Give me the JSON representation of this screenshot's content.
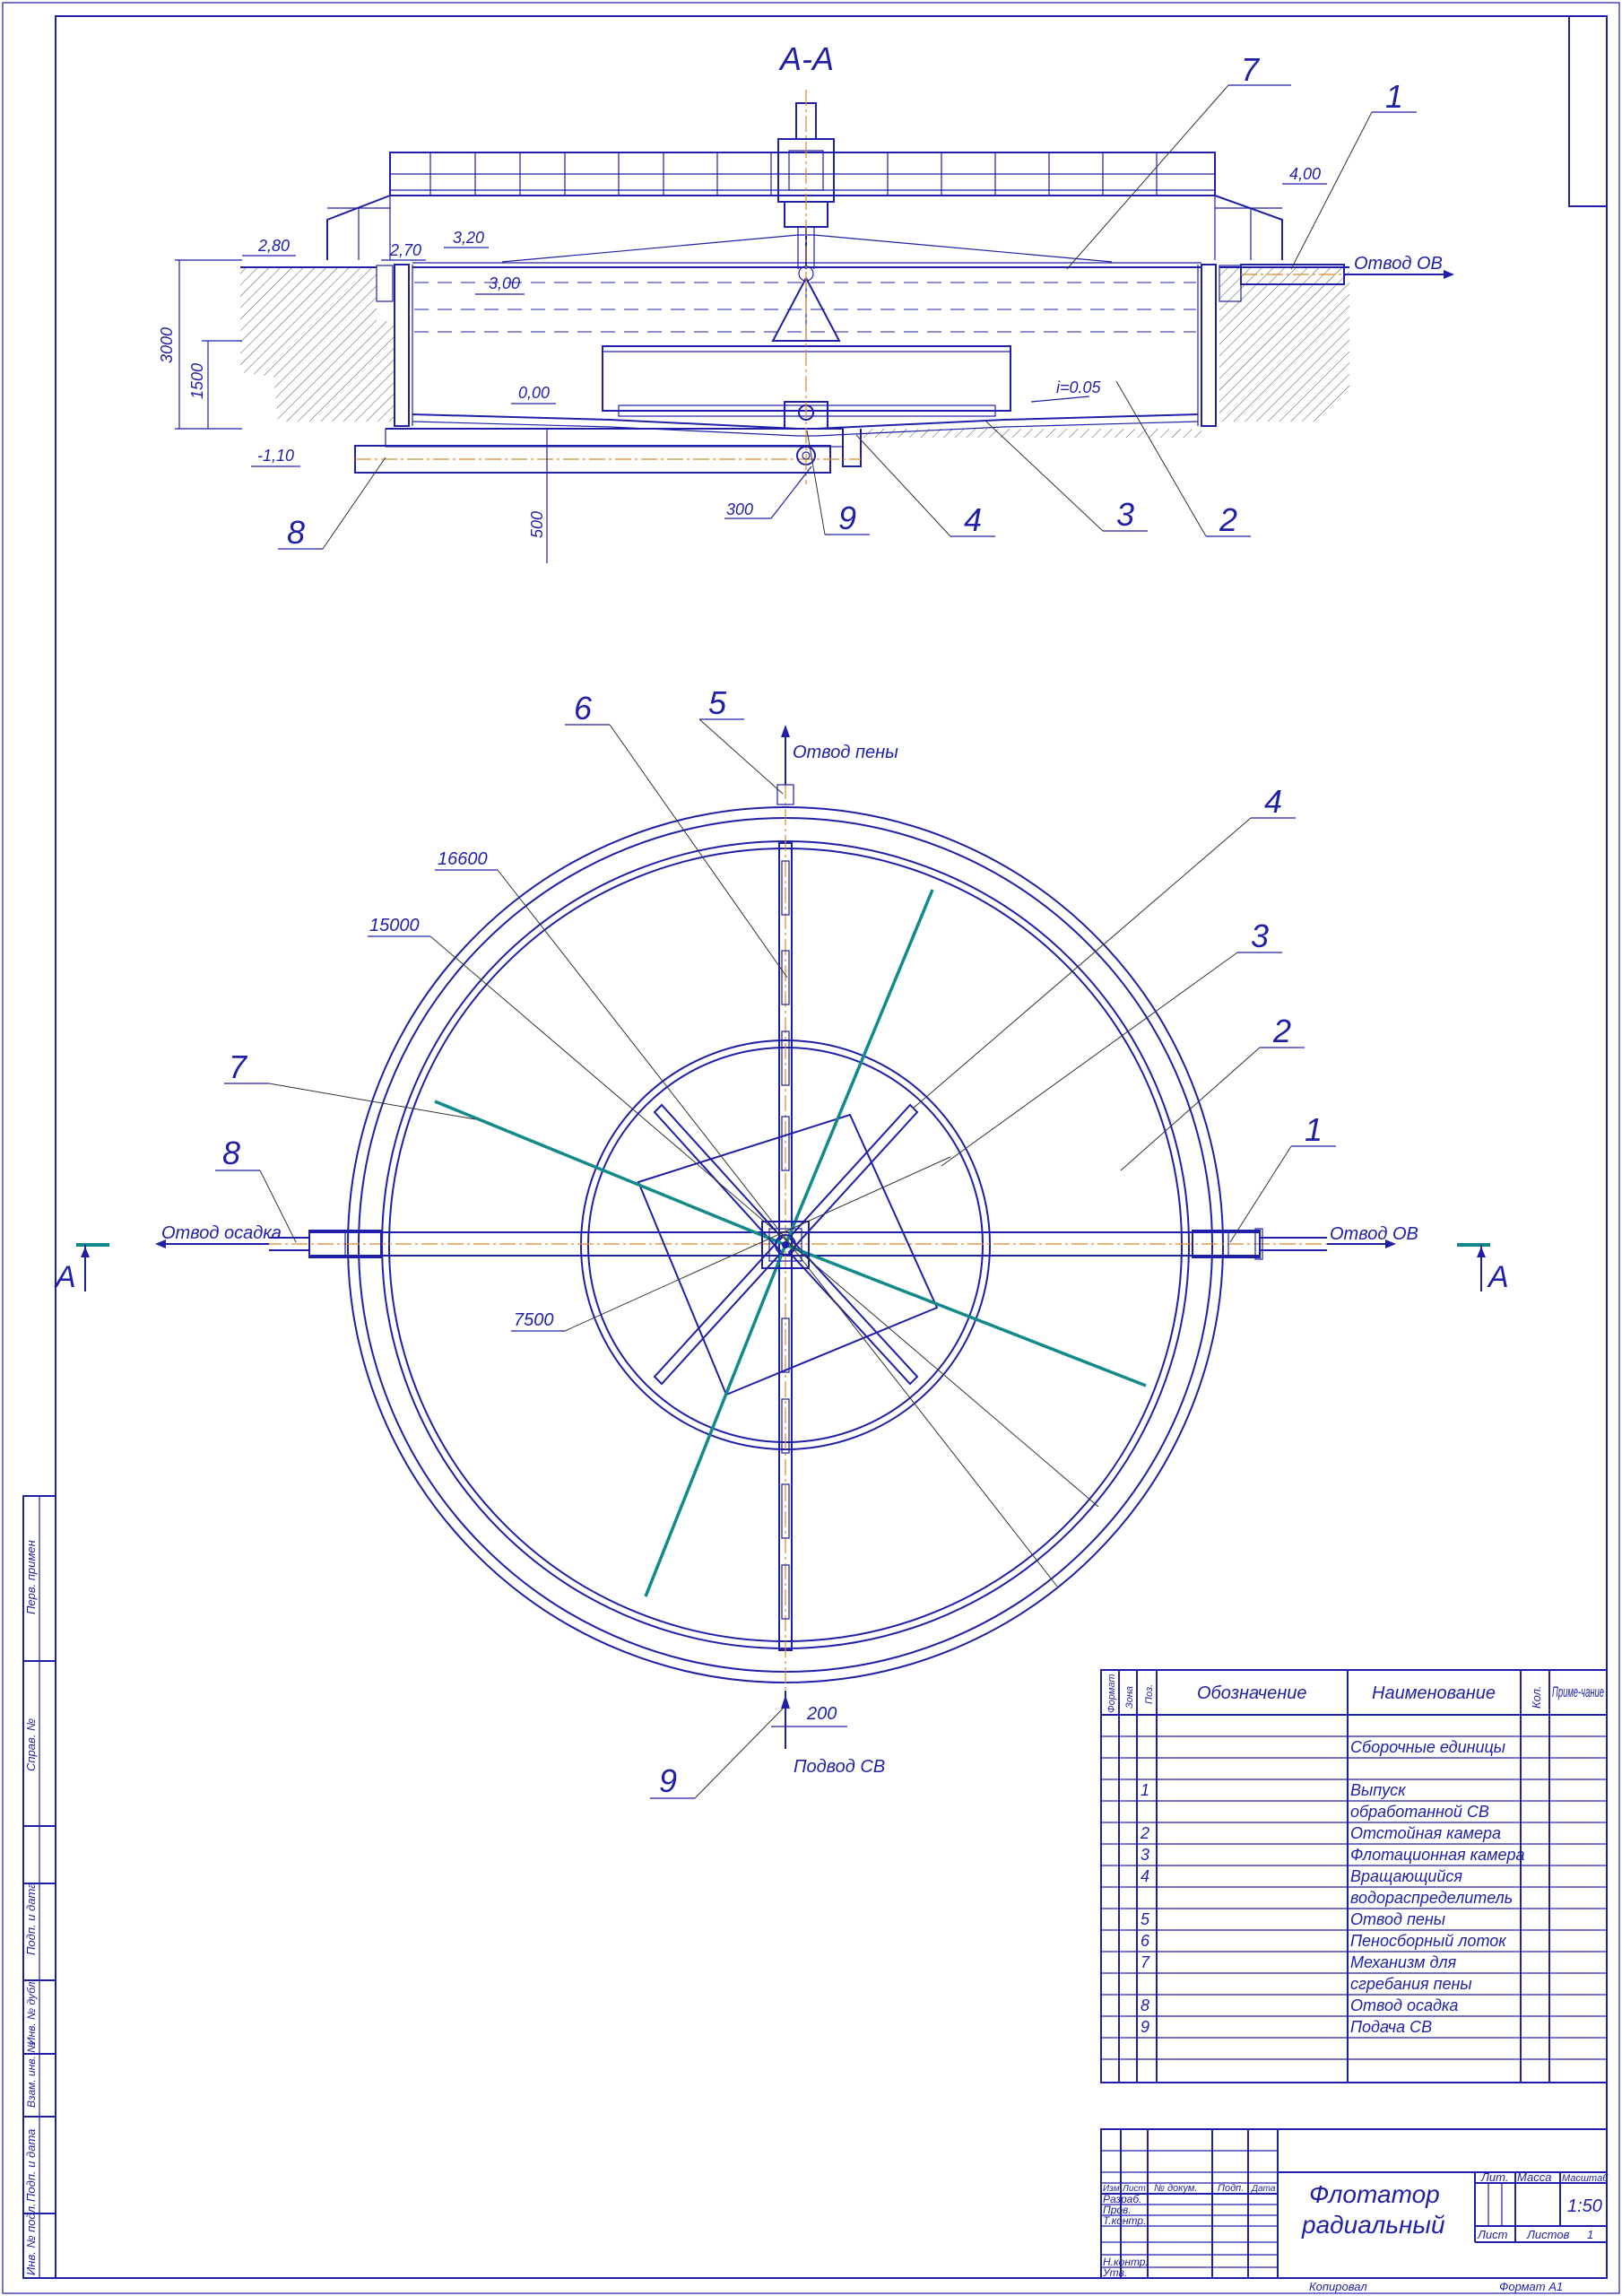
{
  "section": {
    "title": "А-А",
    "elevations": {
      "e280": "2,80",
      "e270": "2,70",
      "e320": "3,20",
      "e300": "3,00",
      "e000": "0,00",
      "e400": "4,00",
      "em110": "-1,10"
    },
    "dims": {
      "h3000": "3000",
      "h1500": "1500",
      "h500": "500",
      "d300": "300"
    },
    "slope": "i=0.05",
    "outlet_label": "Отвод ОВ",
    "positions": [
      "1",
      "2",
      "3",
      "4",
      "7",
      "8",
      "9"
    ]
  },
  "plan": {
    "foam_outlet": "Отвод пены",
    "sludge_outlet": "Отвод осадка",
    "treated_outlet": "Отвод ОВ",
    "supply": "Подвод СВ",
    "section_mark": "А",
    "diameters": {
      "d16600": "16600",
      "d15000": "15000",
      "d7500": "7500",
      "d200": "200"
    },
    "positions": [
      "1",
      "2",
      "3",
      "4",
      "5",
      "6",
      "7",
      "8",
      "9"
    ]
  },
  "side_stamp": [
    "Перв. примен",
    "Справ. №",
    "Подп. и дата",
    "Инв. № дубл.",
    "Взам. инв. №",
    "Подп. и дата",
    "Инв. № подл."
  ],
  "spec": {
    "headers": {
      "format": "Формат",
      "zone": "Зона",
      "pos": "Поз.",
      "designation": "Обозначение",
      "name": "Наименование",
      "qty": "Кол.",
      "note": "Приме-чание"
    },
    "rows": [
      {
        "pos": "",
        "name": "Сборочные единицы"
      },
      {
        "pos": "1",
        "name": "Выпуск"
      },
      {
        "pos": "",
        "name": "обработанной СВ"
      },
      {
        "pos": "2",
        "name": "Отстойная камера"
      },
      {
        "pos": "3",
        "name": "Флотационная камера"
      },
      {
        "pos": "4",
        "name": "Вращающийся"
      },
      {
        "pos": "",
        "name": "водораспределитель"
      },
      {
        "pos": "5",
        "name": "Отвод пены"
      },
      {
        "pos": "6",
        "name": "Пеносборный лоток"
      },
      {
        "pos": "7",
        "name": "Механизм для"
      },
      {
        "pos": "",
        "name": "сгребания пены"
      },
      {
        "pos": "8",
        "name": "Отвод осадка"
      },
      {
        "pos": "9",
        "name": "Подача СВ"
      }
    ]
  },
  "title_block": {
    "title_line1": "Флотатор",
    "title_line2": "радиальный",
    "lit": "Лит.",
    "mass": "Масса",
    "scale_label": "Масштаб",
    "scale": "1:50",
    "sheet": "Лист",
    "sheets": "Листов",
    "sheets_count": "1",
    "col_izm": "Изм.",
    "col_list": "Лист",
    "col_doc": "№ докум.",
    "col_sign": "Подп.",
    "col_date": "Дата",
    "roles": [
      "Разраб.",
      "Пров.",
      "Т.контр.",
      "",
      "Н.контр.",
      "Утв."
    ],
    "copied": "Копировал",
    "format": "Формат А1"
  }
}
